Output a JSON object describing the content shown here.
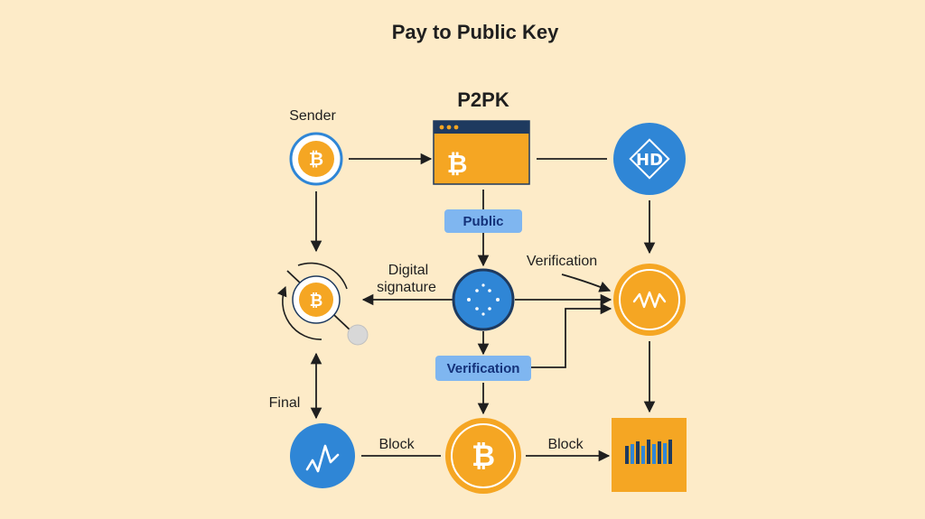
{
  "title": "Pay to Public Key",
  "diagram": {
    "heading": "P2PK",
    "labels": {
      "sender": "Sender",
      "digital_signature_line1": "Digital",
      "digital_signature_line2": "signature",
      "verification_top": "Verification",
      "final": "Final",
      "block_left": "Block",
      "block_right": "Block"
    },
    "pills": {
      "public": "Public",
      "verification": "Verification"
    },
    "glyphs": {
      "bitcoin": "₿"
    }
  },
  "colors": {
    "background": "#fdebc8",
    "bitcoin_orange": "#f5a623",
    "blue": "#2f86d6",
    "dark_navy": "#1e3a5f",
    "pill_fill": "#7fb6f0",
    "arrow": "#1f1f1f"
  }
}
